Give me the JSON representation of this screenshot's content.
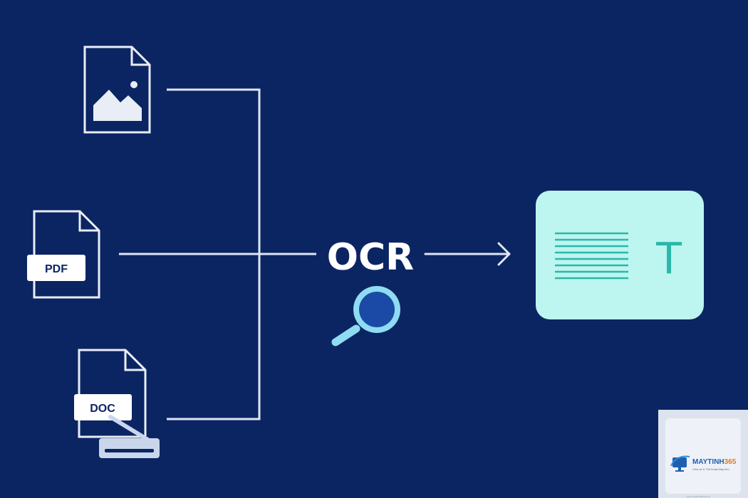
{
  "inputs": {
    "pdf_label": "PDF",
    "doc_label": "DOC"
  },
  "process": {
    "label": "OCR"
  },
  "output": {
    "text_glyph": "T"
  },
  "logo": {
    "brand_main": "MAYTINH",
    "brand_number": "365",
    "tagline": "Chia sẻ & Thủ thuật Máy tính",
    "url": "www.maytinh365.com.vn"
  },
  "colors": {
    "background": "#0b2563",
    "line": "#dfe6f3",
    "output_fill": "#bdf5f0",
    "output_accent": "#2bb8a8",
    "magnifier": "#7fd6ee"
  },
  "icons": [
    "image-file-icon",
    "pdf-file-icon",
    "doc-file-icon",
    "scanner-icon",
    "magnifier-icon",
    "text-document-icon",
    "arrow-right-icon"
  ]
}
